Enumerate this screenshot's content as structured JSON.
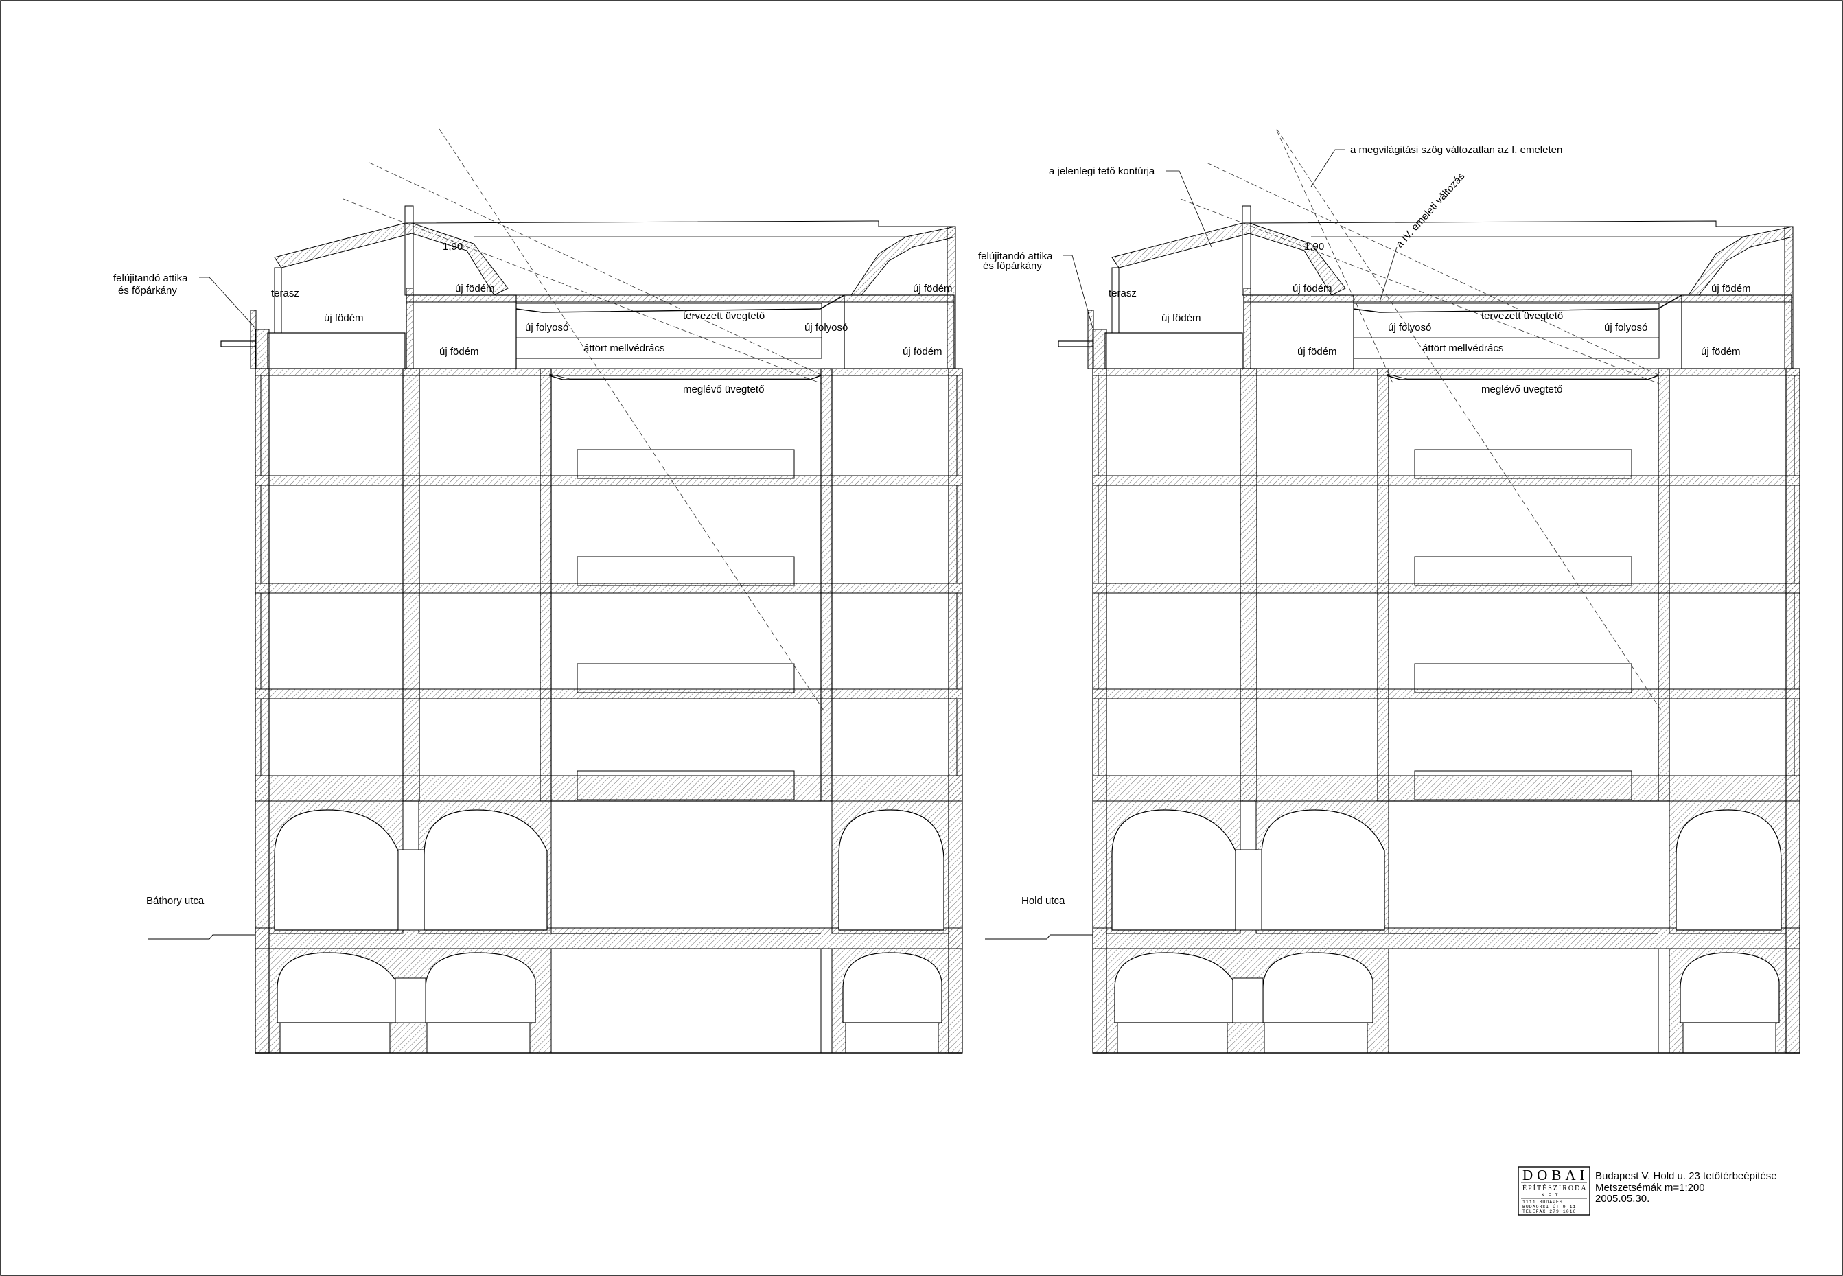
{
  "sections": [
    {
      "street": "Báthory utca",
      "labels": {
        "attika": [
          "felújitandó attika",
          "és főpárkány"
        ],
        "terasz": "terasz",
        "dim_190": "1,90",
        "uj_fodem": "új födém",
        "uj_folyoso": "új folyosó",
        "tervezett_uvegteto": "tervezett üvegtető",
        "attort_mellvedracs": "áttört mellvédrács",
        "meglevo_uvegteto": "meglévő üvegtető"
      }
    },
    {
      "street": "Hold utca",
      "labels": {
        "attika": [
          "felújitandó attika",
          "és főpárkány"
        ],
        "terasz": "terasz",
        "dim_190": "1,90",
        "uj_fodem": "új födém",
        "uj_folyoso": "új folyosó",
        "tervezett_uvegteto": "tervezett üvegtető",
        "attort_mellvedracs": "áttört mellvédrács",
        "meglevo_uvegteto": "meglévő üvegtető"
      },
      "annotations": {
        "jelenlegi_teto": "a jelenlegi tető kontúrja",
        "megvilagitasi_szog": "a megvilágitási szög változatlan az I. emeleten",
        "iv_emeleti": "a IV. emeleti változás"
      }
    }
  ],
  "title_block": {
    "logo_name": "DOBAI",
    "logo_sub": "ÉPÍTÉSZIRODA",
    "logo_kft": "K F T",
    "logo_address": [
      "1111 BUDAPEST",
      "BUDAÖRSI ÚT 9 11",
      "TELEFAX 279 1016"
    ],
    "project": "Budapest V. Hold u. 23 tetőtérbeépitése",
    "drawing": "Metszetsémák m=1:200",
    "date": "2005.05.30."
  }
}
